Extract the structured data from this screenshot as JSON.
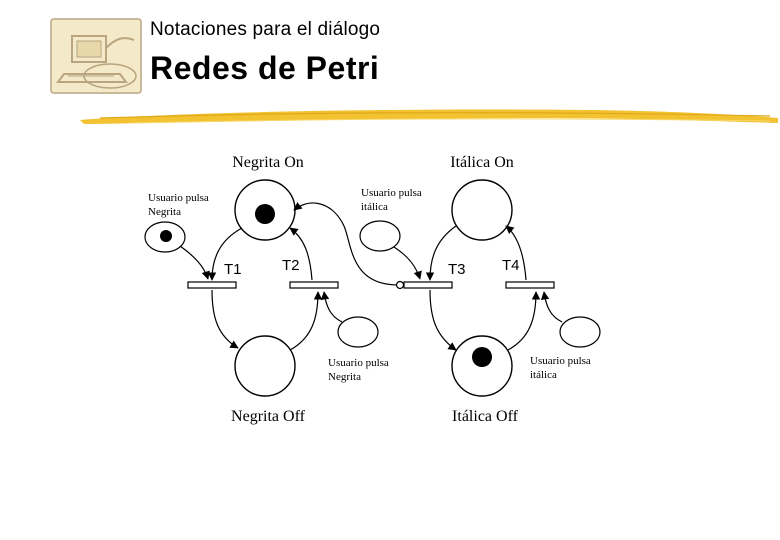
{
  "slide": {
    "subtitle": "Notaciones para el diálogo",
    "title": "Redes de Petri"
  },
  "diagram": {
    "places": {
      "negrita_on": "Negrita On",
      "negrita_off": "Negrita Off",
      "italica_on": "Itálica On",
      "italica_off": "Itálica Off"
    },
    "transitions": {
      "t1": "T1",
      "t2": "T2",
      "t3": "T3",
      "t4": "T4"
    },
    "inputs": {
      "bold_top_line1": "Usuario pulsa",
      "bold_top_line2": "Negrita",
      "italic_top_line1": "Usuario pulsa",
      "italic_top_line2": "itálica",
      "bold_bottom_line1": "Usuario pulsa",
      "bold_bottom_line2": "Negrita",
      "italic_bottom_line1": "Usuario pulsa",
      "italic_bottom_line2": "itálica"
    }
  },
  "colors": {
    "rule": "#f2c230",
    "logo_frame": "#c8b89a",
    "logo_tint": "#f4e9c8"
  }
}
